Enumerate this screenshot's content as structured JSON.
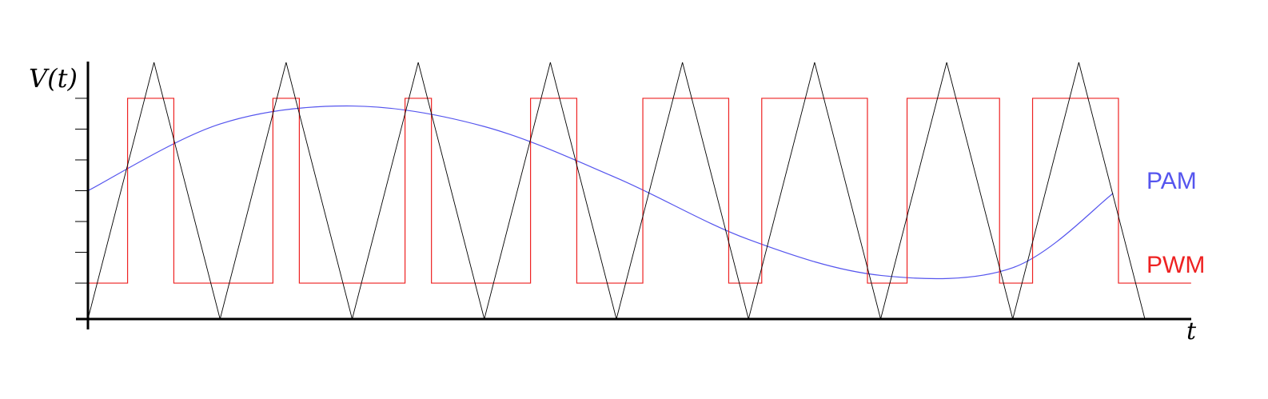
{
  "chart_data": {
    "type": "line",
    "ylabel": "V(t)",
    "xlabel": "t",
    "xlim": [
      0,
      8
    ],
    "ylim": [
      0,
      1
    ],
    "grid": false,
    "series": [
      {
        "name": "PAM",
        "color": "#5555ee",
        "style": "smooth",
        "x": [
          0,
          1,
          2,
          3,
          4,
          5,
          6,
          7,
          7.76
        ],
        "values": [
          0.5,
          0.76,
          0.83,
          0.75,
          0.55,
          0.31,
          0.17,
          0.2,
          0.49
        ]
      },
      {
        "name": "PWM",
        "color": "#ee2222",
        "style": "step",
        "x": [
          0,
          0.3,
          0.3,
          0.65,
          0.65,
          1.4,
          1.4,
          1.6,
          1.6,
          2.4,
          2.4,
          2.6,
          2.6,
          3.35,
          3.35,
          3.7,
          3.7,
          4.2,
          4.2,
          4.85,
          4.85,
          5.1,
          5.1,
          5.9,
          5.9,
          6.2,
          6.2,
          6.9,
          6.9,
          7.15,
          7.15,
          7.8,
          7.8,
          8.35
        ],
        "values": [
          0.14,
          0.14,
          0.86,
          0.86,
          0.14,
          0.14,
          0.86,
          0.86,
          0.14,
          0.14,
          0.86,
          0.86,
          0.14,
          0.14,
          0.86,
          0.86,
          0.14,
          0.14,
          0.86,
          0.86,
          0.14,
          0.14,
          0.86,
          0.86,
          0.14,
          0.14,
          0.86,
          0.86,
          0.14,
          0.14,
          0.86,
          0.86,
          0.14,
          0.14
        ]
      },
      {
        "name": "",
        "color": "#000000",
        "style": "straight",
        "x": [
          0,
          0.5,
          1,
          1.5,
          2,
          2.5,
          3,
          3.5,
          4,
          4.5,
          5,
          5.5,
          6,
          6.5,
          7,
          7.5,
          8
        ],
        "values": [
          0,
          1,
          0,
          1,
          0,
          1,
          0,
          1,
          0,
          1,
          0,
          1,
          0,
          1,
          0,
          1,
          0
        ]
      }
    ],
    "yticks": [
      0.14,
      0.26,
      0.38,
      0.5,
      0.62,
      0.74,
      0.86
    ]
  }
}
